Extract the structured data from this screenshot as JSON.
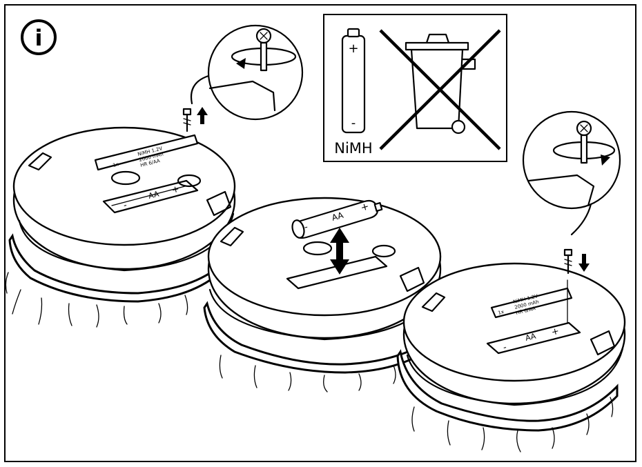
{
  "info_icon": {
    "glyph": "i"
  },
  "recycling_panel": {
    "battery_chemistry": "NiMH",
    "battery_plus": "+",
    "battery_minus": "-"
  },
  "battery": {
    "size_label": "AA",
    "plus": "+",
    "minus": "-"
  },
  "battery_cover_label": {
    "line1": "NiMH 1.2V",
    "line2": "2000 mAh",
    "line3": "HR 6/AA",
    "count": "1x"
  },
  "compartment_label": {
    "size": "AA",
    "plus": "+",
    "minus": "-"
  },
  "colors": {
    "line": "#000000",
    "background": "#ffffff"
  }
}
